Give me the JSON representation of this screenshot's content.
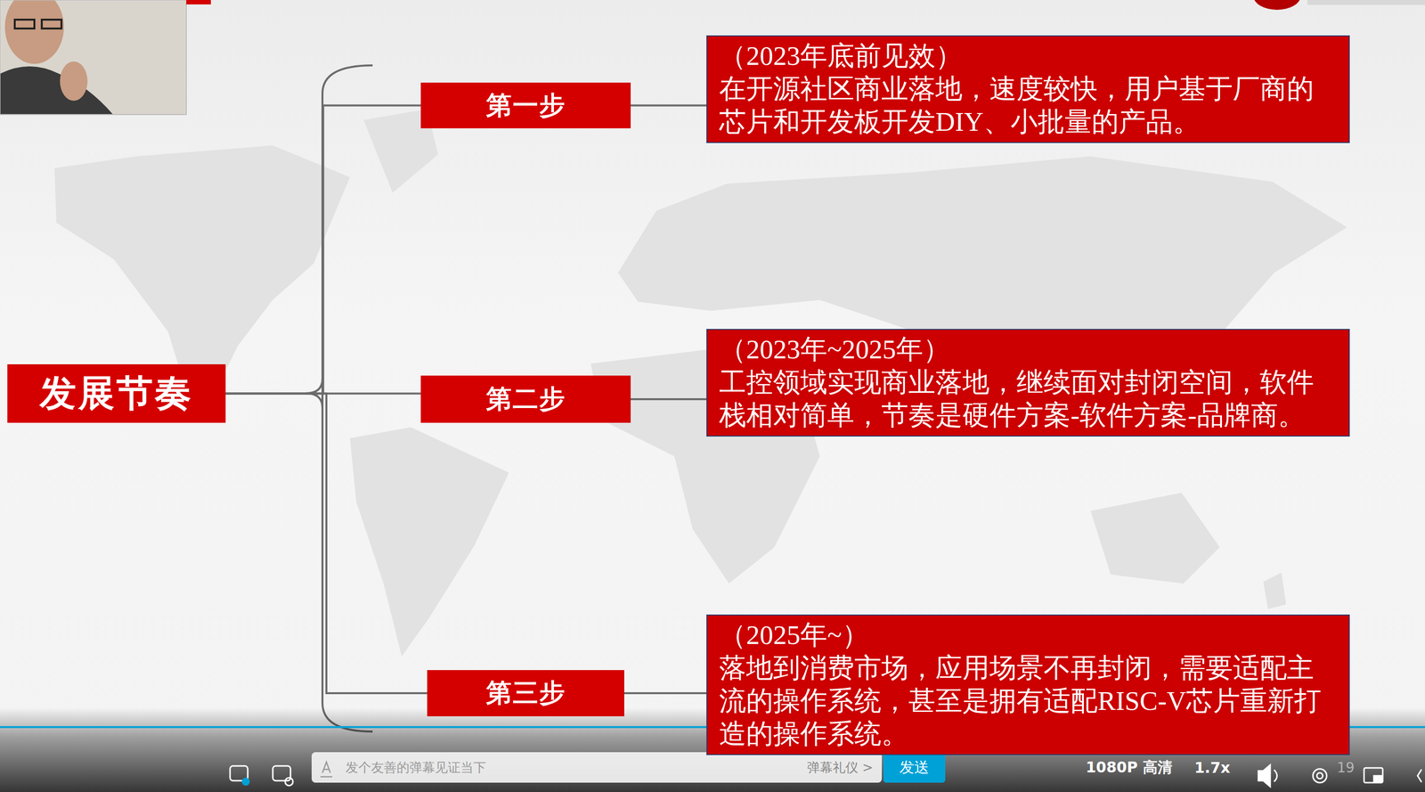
{
  "diagram": {
    "nodes": [
      {
        "text": [
          "发展节奏"
        ]
      },
      {
        "text": [
          "第一步"
        ]
      },
      {
        "text": [
          "（2023年底前见效）",
          "在开源社区商业落地，速度较快，用户基于厂商的芯片和开发板开发DIY、小批量的产品。"
        ]
      },
      {
        "text": [
          "第二步"
        ]
      },
      {
        "text": [
          "（2023年~2025年）",
          "工控领域实现商业落地，继续面对封闭空间，软件栈相对简单，节奏是硬件方案-软件方案-品牌商。"
        ]
      },
      {
        "text": [
          "第三步"
        ]
      },
      {
        "text": [
          "（2025年~）",
          "落地到消费市场，应用场景不再封闭，需要适配主流的操作系统，甚至是拥有适配RISC-V芯片重新打造的操作系统。"
        ]
      }
    ],
    "edges": [
      {
        "from": 0,
        "to": 1,
        "arrow": "none"
      },
      {
        "from": 0,
        "to": 3,
        "arrow": "none"
      },
      {
        "from": 0,
        "to": 5,
        "arrow": "none"
      },
      {
        "from": 1,
        "to": 2,
        "arrow": "none"
      },
      {
        "from": 3,
        "to": 4,
        "arrow": "none"
      },
      {
        "from": 5,
        "to": 6,
        "arrow": "none"
      }
    ],
    "labels": [
      "发个友善的弹幕见证当下",
      "弹幕礼仪 >",
      "发送",
      "1080P 高清",
      "1.7x",
      "19"
    ]
  }
}
